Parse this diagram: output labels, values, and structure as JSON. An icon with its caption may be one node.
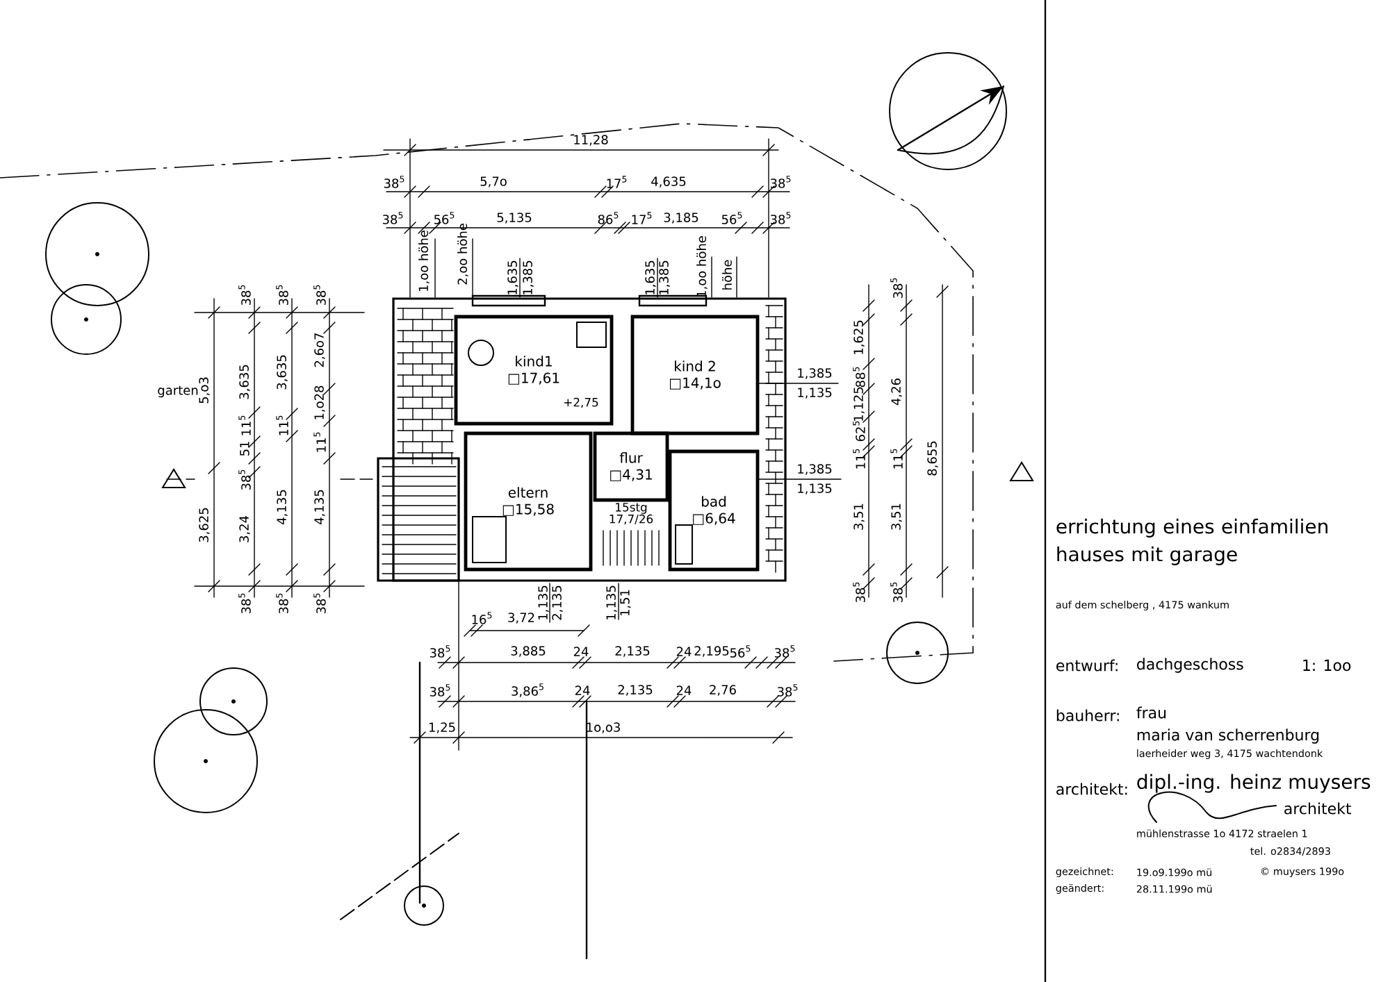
{
  "diagram": {
    "nodes": [
      {
        "text": [
          "kind1",
          "□17,61"
        ]
      },
      {
        "text": [
          "kind 2",
          "□14,1o"
        ]
      },
      {
        "text": [
          "eltern",
          "□15,58"
        ]
      },
      {
        "text": [
          "flur",
          "□4,31"
        ]
      },
      {
        "text": [
          "bad",
          "□6,64"
        ]
      }
    ],
    "labels": [
      "11,28",
      "38$^{5}$",
      "5,7o",
      "17$^{5}$",
      "4,635",
      "38$^{5}$",
      "38$^{5}$",
      "56$^{5}$",
      "5,135",
      "86$^{5}$",
      "17$^{5}$",
      "3,185",
      "56$^{5}$",
      "38$^{5}$",
      "1,oo höhe",
      "2,oo höhe",
      "1,635",
      "1,385",
      "1,635",
      "1,385",
      "1,oo höhe",
      "höhe",
      "garten",
      "5,o3",
      "3,625",
      "38$^{5}$",
      "3,635",
      "51",
      "11$^{5}$",
      "38$^{5}$",
      "3,24",
      "38$^{5}$",
      "38$^{5}$",
      "3,635",
      "11$^{5}$",
      "4,135",
      "38$^{5}$",
      "38$^{5}$",
      "2,6o7",
      "1,o28",
      "11$^{5}$",
      "4,135",
      "38$^{5}$",
      "1,385",
      "1,135",
      "1,385",
      "1,135",
      "38$^{5}$",
      "1,625",
      "88$^{5}$",
      "1,125",
      "62$^{5}$",
      "11$^{5}$",
      "3,51",
      "4,26",
      "11$^{5}$",
      "3,51",
      "8,655",
      "38$^{5}$",
      "38$^{5}$",
      "+2,75",
      "15stg",
      "17,7/26",
      "1,135",
      "2,135",
      "1,135",
      "1,51",
      "16$^{5}$",
      "3,72",
      "38$^{5}$",
      "3,885",
      "24",
      "2,135",
      "24",
      "2,195",
      "56$^{5}$",
      "38$^{5}$",
      "38$^{5}$",
      "3,86$^{5}$",
      "24",
      "2,135",
      "24",
      "2,76",
      "38$^{5}$",
      "1,25",
      "1o,o3",
      "errichtung eines einfamilien hauses mit garage",
      "auf dem schelberg , 4175 wankum",
      "entwurf:",
      "dachgeschoss",
      "1: 1oo",
      "bauherr:",
      "frau",
      "maria van scherrenburg",
      "laerheider weg 3, 4175 wachtendonk",
      "architekt:",
      "dipl.-ing. heinz muysers",
      "architekt",
      "mühlenstrasse 1o 4172 straelen 1",
      "tel. o2834/2893",
      "gezeichnet:",
      "19.o9.199o mü",
      "© muysers 199o",
      "geändert:",
      "28.11.199o mü"
    ]
  }
}
